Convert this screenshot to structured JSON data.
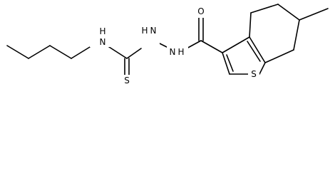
{
  "molecule": {
    "atom_labels": {
      "amine_nh": "H",
      "amine_n": "N",
      "hydrazide_nh_left": "H",
      "hydrazide_n_left": "N",
      "hydrazide_nh_right": "H",
      "hydrazide_n_right": "N",
      "carbonyl_o": "O",
      "thione_s": "S",
      "thiophene_s": "S"
    },
    "colors": {
      "bond": "#000000",
      "label": "#000000",
      "background": "#ffffff"
    }
  }
}
